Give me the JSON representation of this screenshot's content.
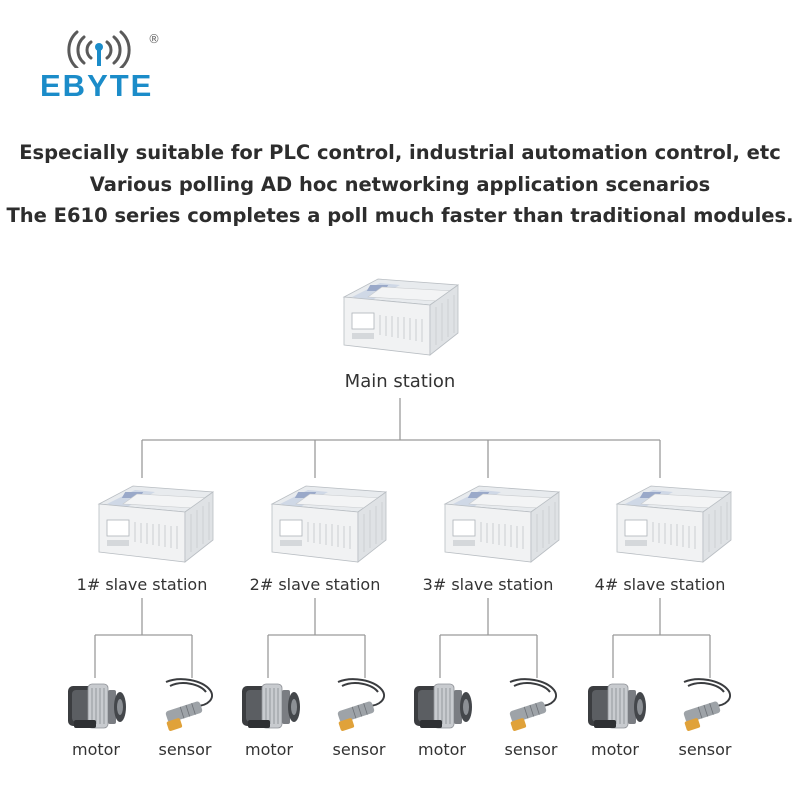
{
  "brand": {
    "name": "EBYTE",
    "registered_mark": "®",
    "color": "#1b8cc9"
  },
  "headlines": [
    "Especially suitable for PLC control, industrial automation control, etc",
    "Various polling AD hoc networking application scenarios",
    "The E610 series completes a poll much faster than traditional modules."
  ],
  "main_station": {
    "label": "Main station",
    "icon": "plc-icon"
  },
  "slave_stations": [
    {
      "label": "1# slave station",
      "icon": "plc-icon",
      "devices": [
        {
          "label": "motor",
          "icon": "motor-icon"
        },
        {
          "label": "sensor",
          "icon": "sensor-icon"
        }
      ]
    },
    {
      "label": "2# slave station",
      "icon": "plc-icon",
      "devices": [
        {
          "label": "motor",
          "icon": "motor-icon"
        },
        {
          "label": "sensor",
          "icon": "sensor-icon"
        }
      ]
    },
    {
      "label": "3# slave station",
      "icon": "plc-icon",
      "devices": [
        {
          "label": "motor",
          "icon": "motor-icon"
        },
        {
          "label": "sensor",
          "icon": "sensor-icon"
        }
      ]
    },
    {
      "label": "4# slave station",
      "icon": "plc-icon",
      "devices": [
        {
          "label": "motor",
          "icon": "motor-icon"
        },
        {
          "label": "sensor",
          "icon": "sensor-icon"
        }
      ]
    }
  ],
  "colors": {
    "connector_line": "#9a9a9a",
    "text": "#2d2d2d"
  }
}
